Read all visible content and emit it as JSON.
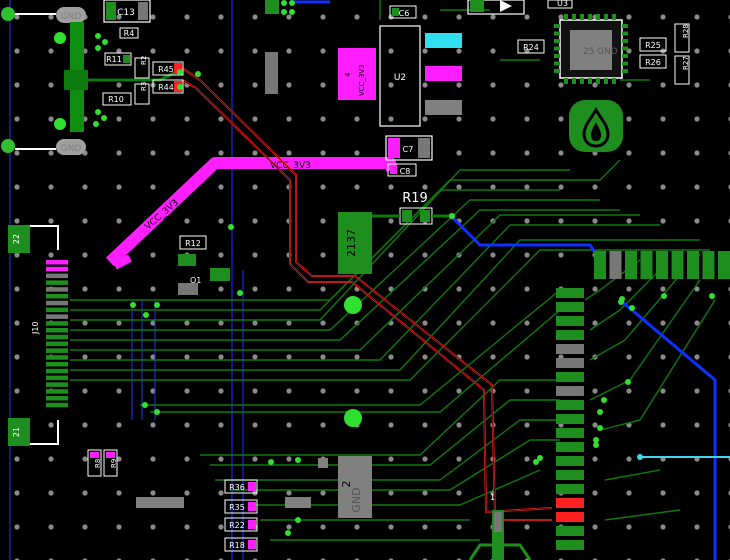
{
  "designators": {
    "c13": "C13",
    "r4": "R4",
    "r11": "R11",
    "r2": "R2",
    "r3": "R3",
    "r10": "R10",
    "r45": "R45",
    "r44": "R44",
    "c6": "C6",
    "u2": "U2",
    "c7": "C7",
    "c8": "C8",
    "r19": "R19",
    "r12": "R12",
    "q1": "Q1",
    "j10": "J10",
    "r24": "R24",
    "u3": "U3",
    "r25": "R25",
    "r26": "R26",
    "r28": "R28",
    "r27": "R27",
    "r36": "R36",
    "r35": "R35",
    "r22": "R22",
    "r18": "R18",
    "r8": "R8",
    "r9": "R9"
  },
  "nets": {
    "gnd_left_top": "GND",
    "gnd_left_bottom": "GND",
    "gnd_u3": "GND",
    "gnd_bottom": "GND",
    "vcc_3v3_horizontal": "VCC_3V3",
    "vcc_3v3_diagonal": "VCC_3V3",
    "vcc_3v3_u2": "VCC_3V3"
  },
  "pins": {
    "j10_pin22": "22",
    "j10_pin21": "21",
    "u2_pin4": "4",
    "u3_pin25": "25",
    "bottom_gnd_pin": "2",
    "chip_pin1": "1"
  },
  "part_value": "2137",
  "colors": {
    "board": "#000000",
    "pad_top": "#1e8f1e",
    "trace_top": "#0d7a0d",
    "power_net": "#ff1eff",
    "diff_pair": "#ff2020",
    "bottom_trace": "#1030ff",
    "cyan_trace": "#40d8f0",
    "via": "#909090",
    "silkscreen": "#ffffff"
  }
}
